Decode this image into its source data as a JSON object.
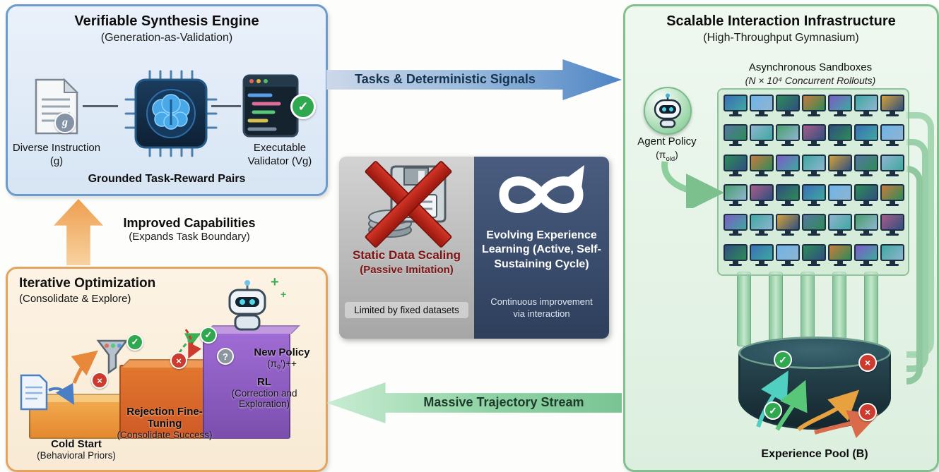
{
  "colors": {
    "synthesis_border": "#6b9ccd",
    "optimization_border": "#e2a45e",
    "infrastructure_border": "#82c18f",
    "tasks_arrow_blue": "#4e84c4",
    "trajectory_arrow_green": "#7ac493",
    "capability_arrow_orange": "#f0a85c",
    "success_green": "#2fa84f",
    "failure_red": "#cc3b2e",
    "static_panel_gray": "#b3b3b3",
    "static_title_red": "#7d1313",
    "evolving_panel_navy": "#35476a",
    "step_cold_start": "#e8922f",
    "step_rejection_ft": "#d35f28",
    "step_rl": "#8a5cc0",
    "experience_pool": "#1d3a44"
  },
  "synthesis_engine": {
    "title": "Verifiable Synthesis Engine",
    "subtitle": "(Generation-as-Validation)",
    "instruction_label": "Diverse Instruction (g)",
    "badge_letter": "g",
    "validator_label": "Executable Validator (Vg)",
    "footer": "Grounded Task-Reward Pairs"
  },
  "improved_capabilities": {
    "title": "Improved Capabilities",
    "subtitle": "(Expands Task Boundary)"
  },
  "iterative_optimization": {
    "title": "Iterative Optimization",
    "subtitle": "(Consolidate & Explore)",
    "steps": [
      {
        "label": "Cold Start",
        "sublabel": "(Behavioral Priors)"
      },
      {
        "label": "Rejection Fine-Tuning",
        "sublabel": "(Consolidate Success)"
      },
      {
        "label": "RL",
        "sublabel": "(Correction and Exploration)"
      },
      {
        "label": "New Policy"
      }
    ],
    "new_policy_symbol": {
      "pre": "(π",
      "sub": "θ",
      "suf": "′)++"
    }
  },
  "tasks_arrow": {
    "label": "Tasks & Deterministic Signals"
  },
  "trajectory_arrow": {
    "label": "Massive Trajectory Stream"
  },
  "comparison": {
    "static": {
      "title": "Static Data Scaling",
      "subtitle": "(Passive Imitation)",
      "caption": "Limited by fixed datasets"
    },
    "evolving": {
      "title": "Evolving Experience Learning (Active, Self-Sustaining Cycle)",
      "caption": "Continuous improvement via interaction"
    }
  },
  "infrastructure": {
    "title": "Scalable Interaction Infrastructure",
    "subtitle": "(High-Throughput Gymnasium)",
    "sandboxes_label": "Asynchronous Sandboxes",
    "sandboxes_sublabel": "(N × 10⁴ Concurrent Rollouts)",
    "agent_label": "Agent Policy",
    "agent_symbol": {
      "pre": "(π",
      "sub": "old",
      "suf": ")"
    },
    "pool_label": "Experience Pool (B)",
    "sandbox_count": 42,
    "sandbox_palette": [
      "#3a6fb5",
      "#6fb3e8",
      "#2e8b57",
      "#c97b3d",
      "#7b5cc4",
      "#3fa8a0",
      "#d4a23a",
      "#55779f",
      "#8fb5d0",
      "#4a9e6b",
      "#a85c8a",
      "#2f4f7f"
    ]
  }
}
